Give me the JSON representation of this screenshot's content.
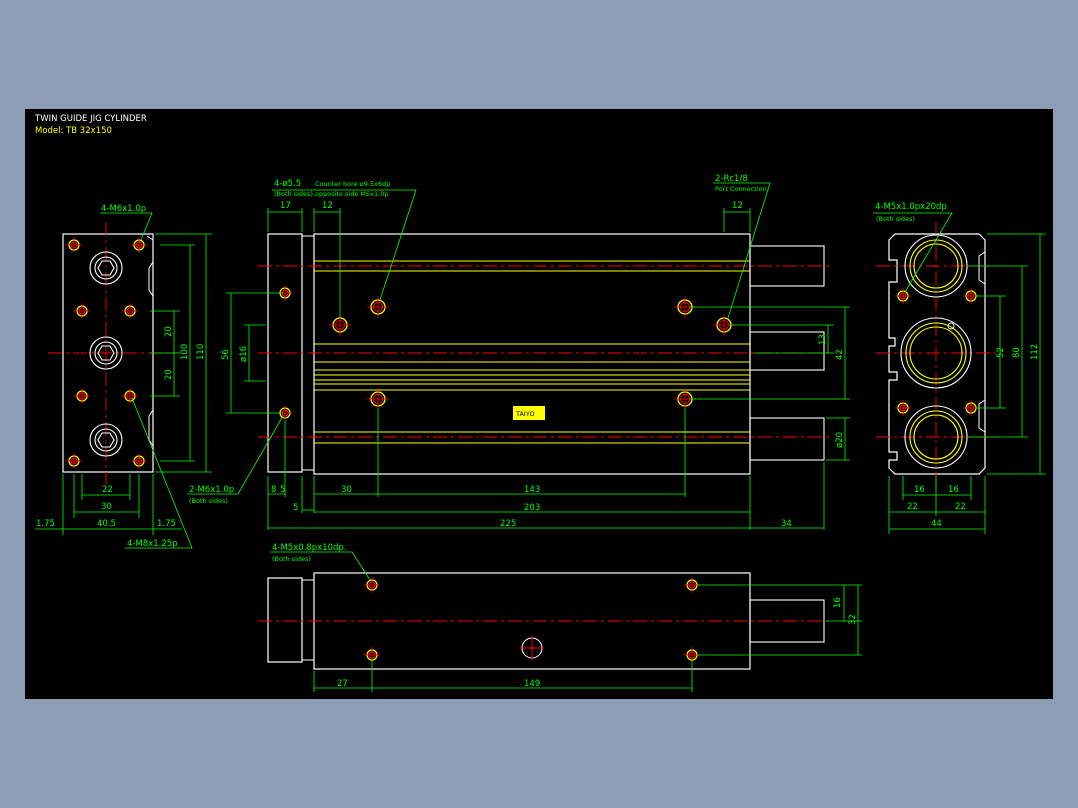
{
  "title_block": {
    "title": "TWIN GUIDE JIG CYLINDER",
    "model": "Model: TB 32x150"
  },
  "colors": {
    "background": "#000000",
    "outline": "#ffffff",
    "dimension": "#00ff00",
    "centerline": "#ff0000",
    "yellow": "#ffff00",
    "label": "#00ff00",
    "page_bg": "#8d9db6"
  },
  "left_view": {
    "callouts": {
      "m6_top": "4-M6x1.0p",
      "m8_bottom": "4-M8x1.25p"
    },
    "dims": {
      "d20a": "20",
      "d20b": "20",
      "d100": "100",
      "d110": "110",
      "d22": "22",
      "d30": "30",
      "d40_5": "40.5",
      "d1_75a": "1.75",
      "d1_75b": "1.75"
    }
  },
  "front_view": {
    "callouts": {
      "counterbore_1": "4-ø5.5",
      "counterbore_2": "Counter bore ø9.5x6dp",
      "counterbore_3": "(Both sides),opposite side M5x1.0p",
      "port_1": "2-Rc1/8",
      "port_2": "Port Connection",
      "m6_side_1": "2-M6x1.0p",
      "m6_side_2": "(Both sides)",
      "nameplate": "TAIYO"
    },
    "dims": {
      "d17": "17",
      "d12a": "12",
      "d12b": "12",
      "d56": "56",
      "d16": "ø16",
      "d13": "13",
      "d42": "42",
      "d20": "ø20",
      "d8": "8",
      "d5a": "5",
      "d30": "30",
      "d143": "143",
      "d5b": "5",
      "d203": "203",
      "d225": "225",
      "d34": "34"
    }
  },
  "right_view": {
    "callouts": {
      "m5_1": "4-M5x1.0px20dp",
      "m5_2": "(Both sides)"
    },
    "dims": {
      "d52": "52",
      "d80": "80",
      "d112": "112",
      "d16a": "16",
      "d16b": "16",
      "d22a": "22",
      "d22b": "22",
      "d44": "44"
    }
  },
  "bottom_view": {
    "callouts": {
      "m5_1": "4-M5x0.8px10dp.",
      "m5_2": "(Both sides)"
    },
    "dims": {
      "d16": "16",
      "d32": "32",
      "d27": "27",
      "d149": "149"
    }
  }
}
